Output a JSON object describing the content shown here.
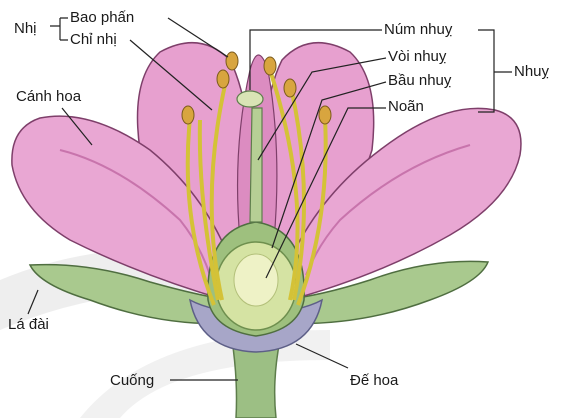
{
  "labels": {
    "nhi": "Nhị",
    "bao_phan": "Bao phấn",
    "chi_nhi": "Chỉ nhị",
    "canh_hoa": "Cánh hoa",
    "la_dai": "Lá đài",
    "cuong": "Cuống",
    "num_nhuy": "Núm nhuỵ",
    "voi_nhuy": "Vòi nhuỵ",
    "bau_nhuy": "Bầu nhuỵ",
    "noan": "Noãn",
    "nhuy": "Nhuỵ",
    "de_hoa": "Đế hoa"
  },
  "colors": {
    "petal": "#e7a0cf",
    "petal_dark": "#c874ac",
    "petal_outline": "#7e3f6a",
    "sepal": "#a9c98e",
    "sepal_dark": "#6e9a5a",
    "stem": "#9cbf84",
    "ovary": "#d5e3a3",
    "filament": "#d4c237",
    "anther": "#d8a53f",
    "line": "#222222"
  }
}
